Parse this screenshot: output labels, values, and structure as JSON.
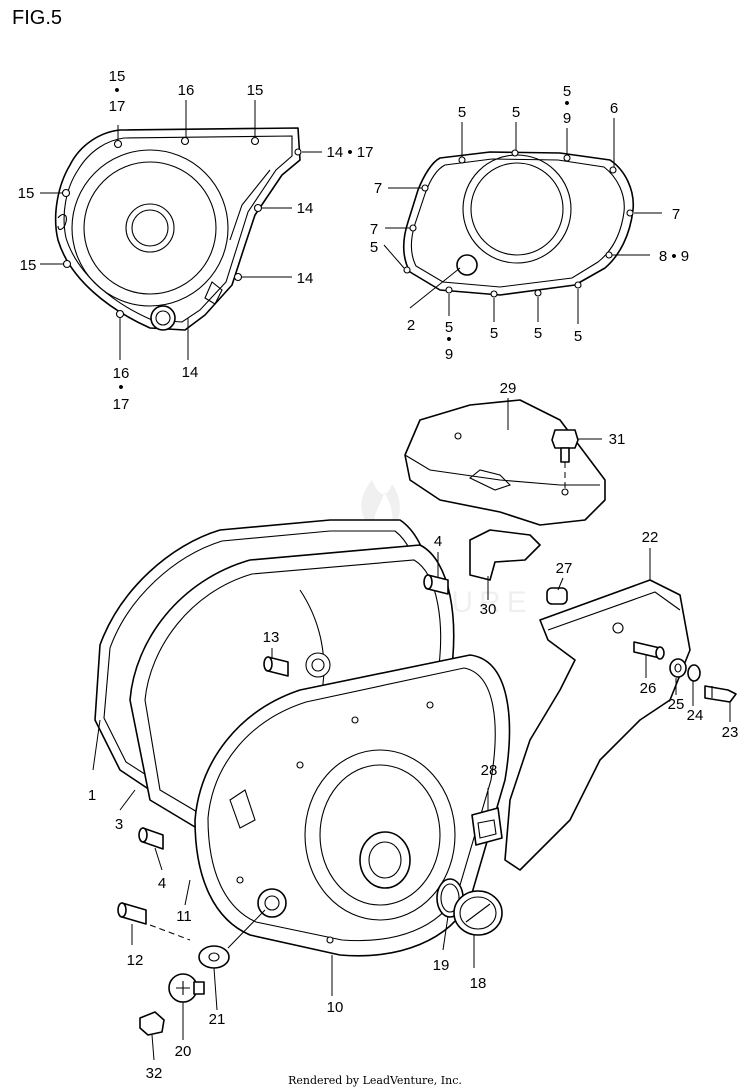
{
  "figure": {
    "title": "FIG.5"
  },
  "footer": {
    "text": "Rendered by LeadVenture, Inc."
  },
  "watermark": {
    "text": "LEADVENTURE"
  },
  "callouts": {
    "gen_15_17": [
      "15",
      "•",
      "17"
    ],
    "gen_16_top": "16",
    "gen_15_top": "15",
    "gen_14_17": "14 • 17",
    "gen_15_left1": "15",
    "gen_14_a": "14",
    "gen_15_left2": "15",
    "gen_14_b": "14",
    "gen_16_17": [
      "16",
      "•",
      "17"
    ],
    "gen_14_bottom": "14",
    "clt_5_a": "5",
    "clt_5_b": "5",
    "clt_5_9_top": [
      "5",
      "•",
      "9"
    ],
    "clt_6": "6",
    "clt_7_a": "7",
    "clt_7_b": "7",
    "clt_7_right": "7",
    "clt_5_left": "5",
    "clt_8_9": "8 • 9",
    "clt_2": "2",
    "clt_5_9_bottom": [
      "5",
      "•",
      "9"
    ],
    "clt_5_c": "5",
    "clt_5_d": "5",
    "clt_5_e": "5",
    "p29": "29",
    "p31": "31",
    "p30": "30",
    "p22": "22",
    "p27": "27",
    "p4_top": "4",
    "p13": "13",
    "p26": "26",
    "p25": "25",
    "p24": "24",
    "p23": "23",
    "p1": "1",
    "p3": "3",
    "p28": "28",
    "p4_bottom": "4",
    "p11": "11",
    "p12": "12",
    "p19": "19",
    "p18": "18",
    "p10": "10",
    "p21": "21",
    "p20": "20",
    "p32": "32"
  }
}
